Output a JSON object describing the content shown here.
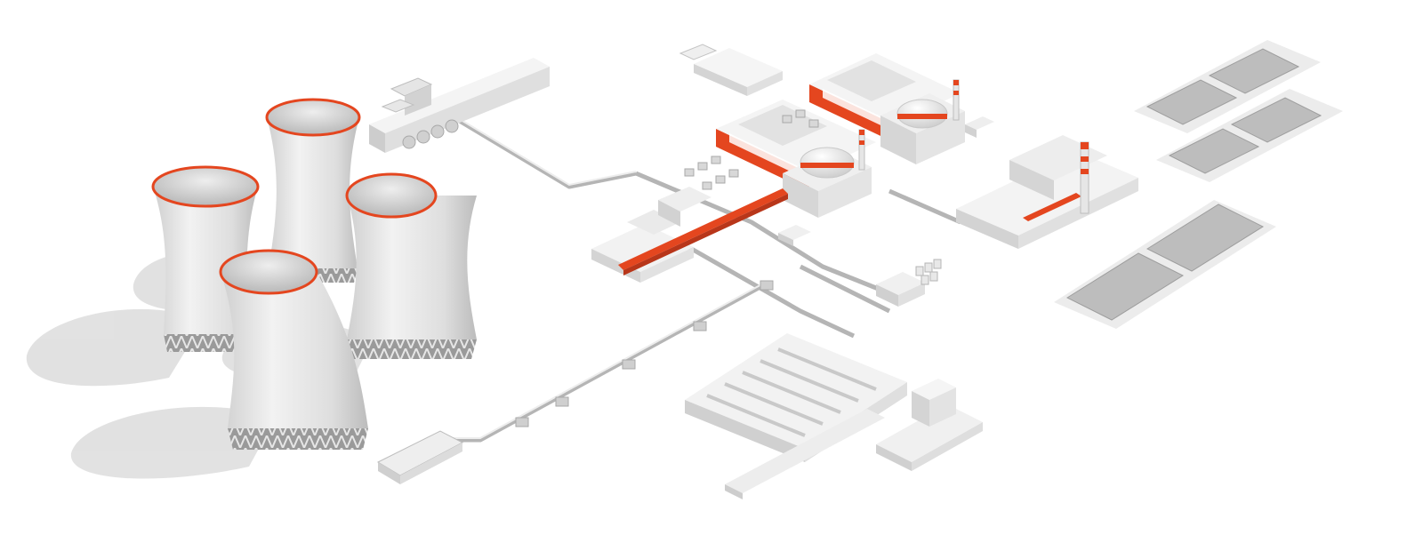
{
  "colors": {
    "background": "#ffffff",
    "accent": "#e4461f",
    "structure_light": "#f1f1f1",
    "structure_mid": "#d9d9d9",
    "structure_dark": "#b9b9b9",
    "pond_water": "#bdbdbd",
    "shadow": "#d6d6d6"
  },
  "facilities": [
    "cooling-tower",
    "cooling-tower",
    "cooling-tower",
    "cooling-tower",
    "reactor-building",
    "reactor-building",
    "turbine-hall",
    "turbine-hall",
    "auxiliary-boiler",
    "ventilation-stack",
    "pump-station",
    "switchyard",
    "settling-pond",
    "settling-pond",
    "settling-pond",
    "settling-pond",
    "settling-pond",
    "settling-pond",
    "administration-building",
    "water-intake"
  ]
}
